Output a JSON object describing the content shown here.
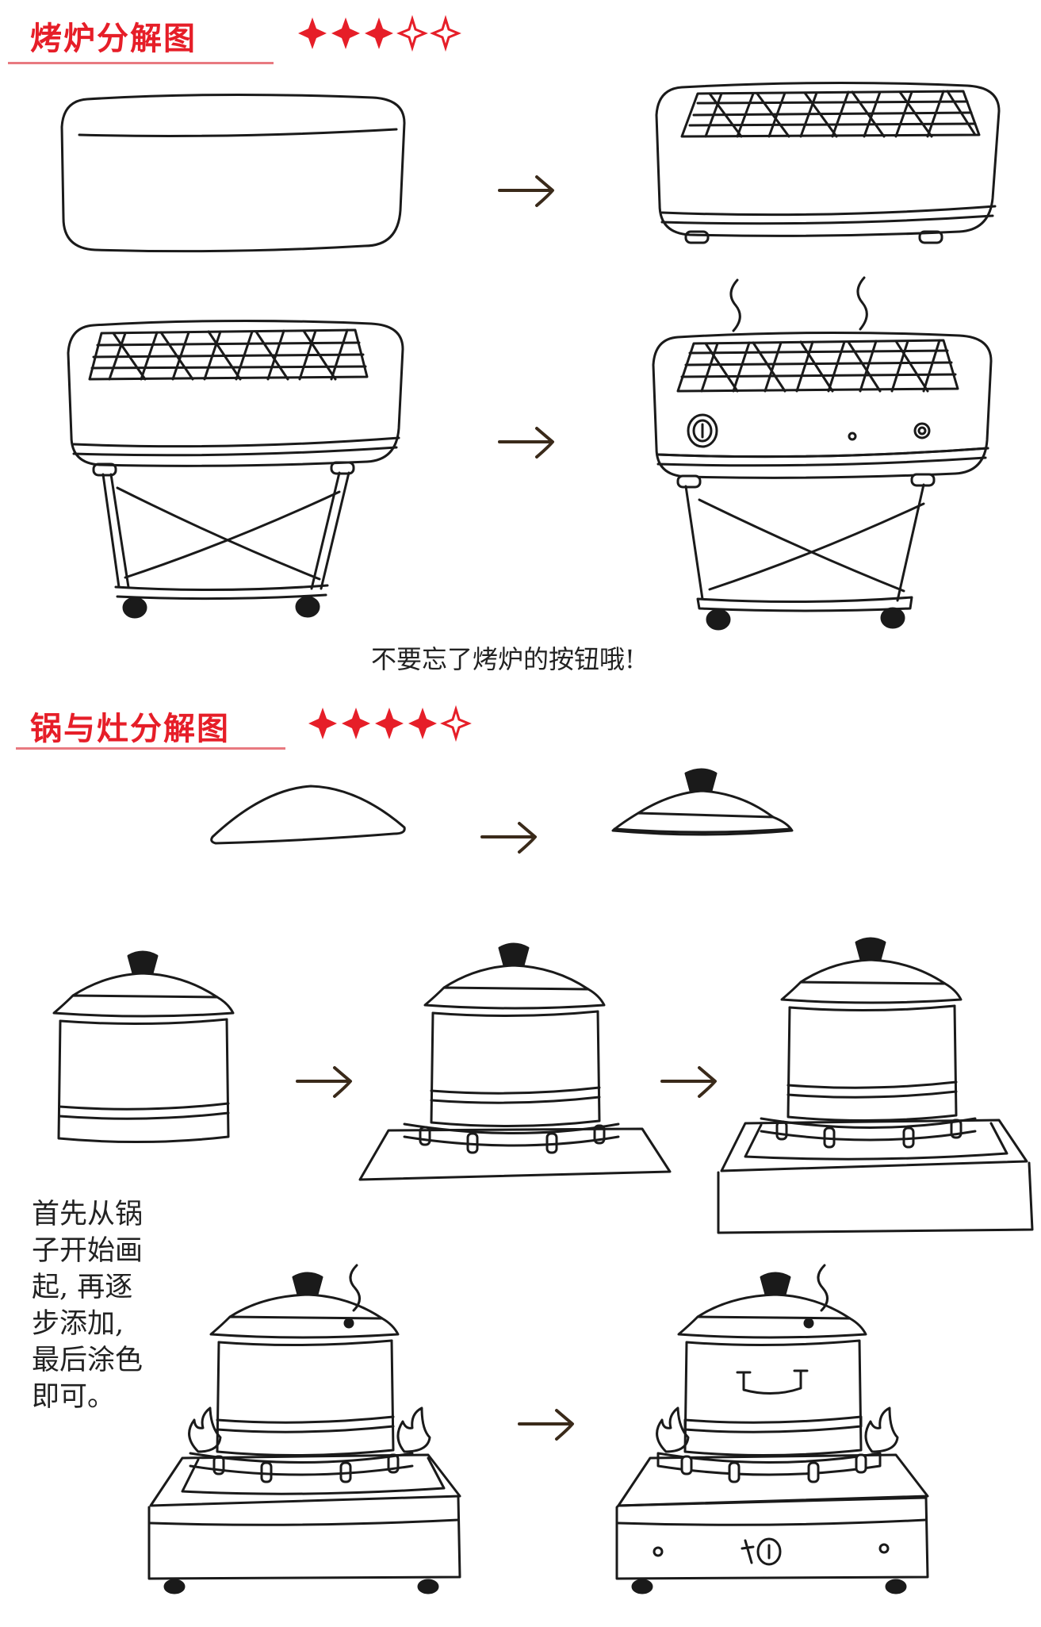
{
  "sections": [
    {
      "title": "烤炉分解图",
      "rating": {
        "filled": 3,
        "total": 5
      }
    },
    {
      "title": "锅与灶分解图",
      "rating": {
        "filled": 4,
        "total": 5
      }
    }
  ],
  "captions": {
    "grill_button_tip": "不要忘了烤炉的按钮哦!"
  },
  "side_note": {
    "lines": [
      "首先从锅",
      "子开始画",
      "起, 再逐",
      "步添加,",
      "最后涂色",
      "即可。"
    ]
  },
  "colors": {
    "title_red": "#e61e28",
    "rule_pink": "#e87a80",
    "grill_red": "#e02020",
    "grate_teal": "#2e9a86",
    "pot_orange": "#f08a1c",
    "stove_teal": "#1f8f7a",
    "flame_red": "#e8321e",
    "ink": "#1a1a1a"
  },
  "icons": [
    "star-filled-icon",
    "star-outline-icon",
    "arrow-right-icon",
    "steam-icon",
    "flame-icon"
  ]
}
